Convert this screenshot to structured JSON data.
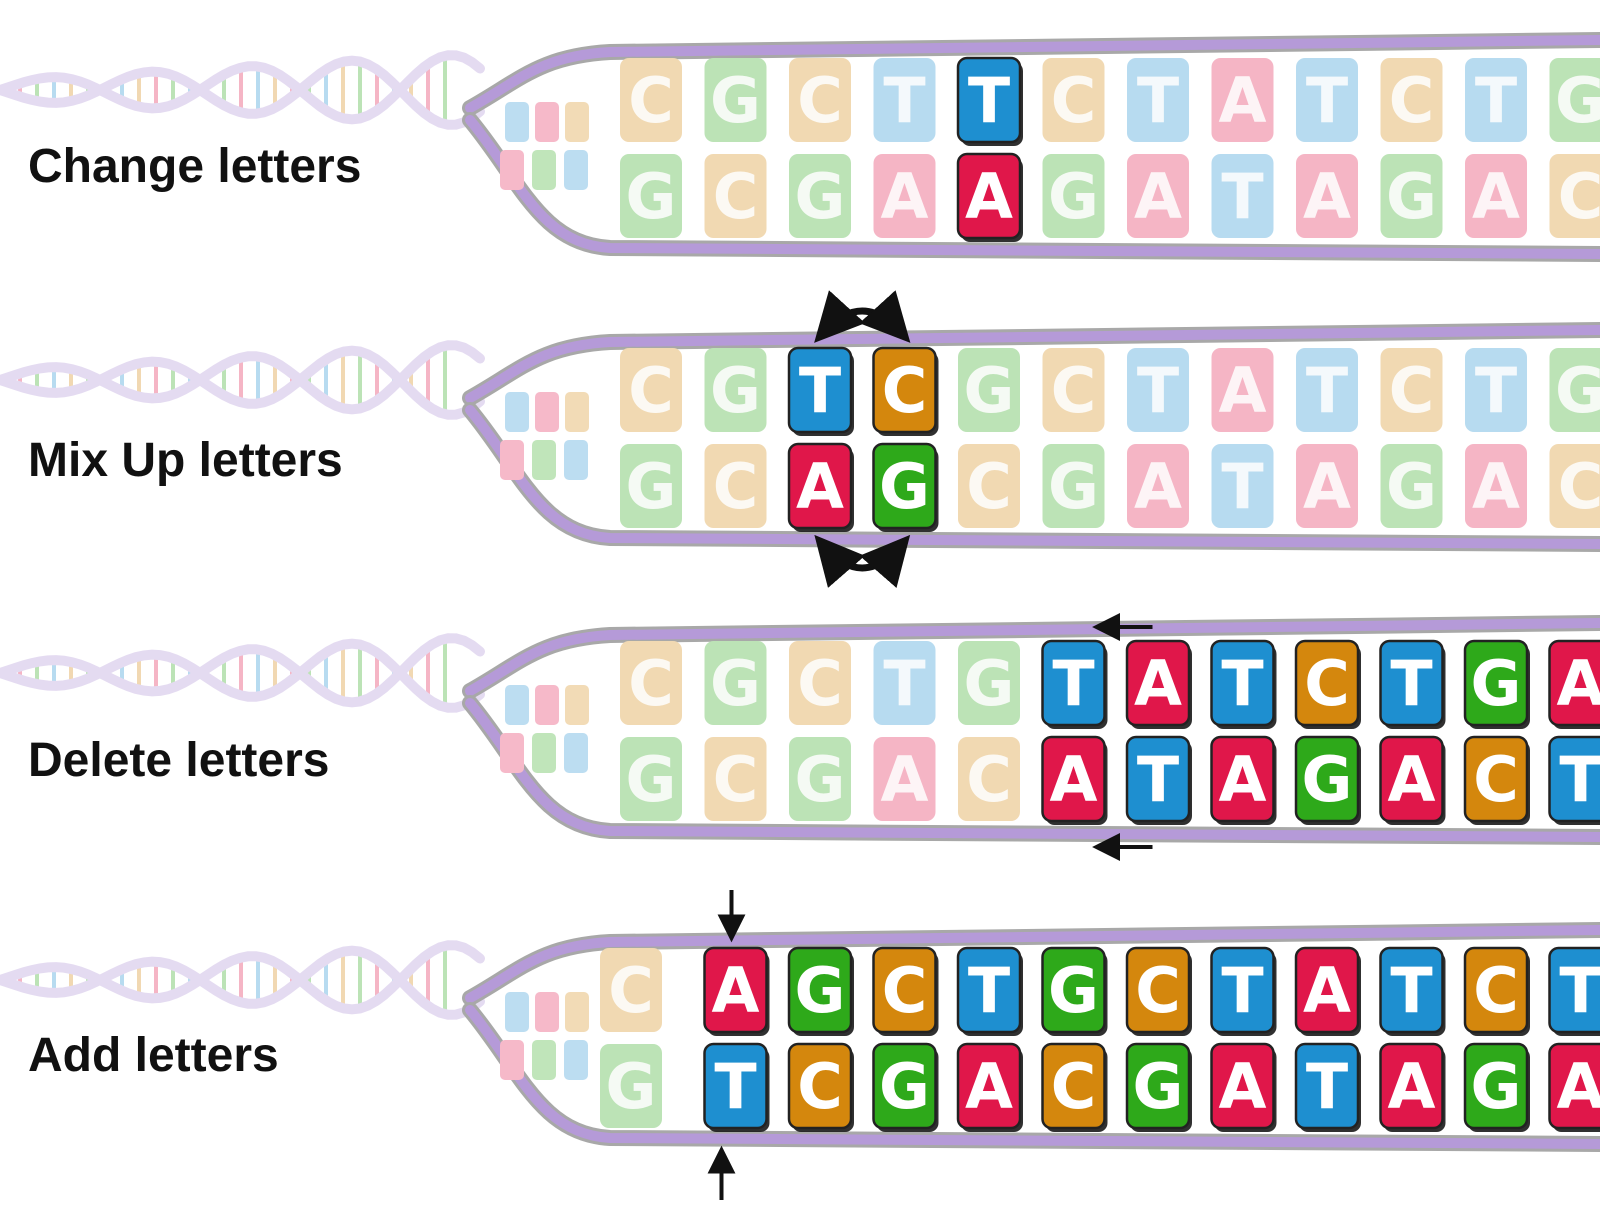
{
  "labels": [
    {
      "id": "change",
      "text": "Change letters"
    },
    {
      "id": "mixup",
      "text": "Mix Up letters"
    },
    {
      "id": "delete",
      "text": "Delete letters"
    },
    {
      "id": "add",
      "text": "Add letters"
    }
  ],
  "colors": {
    "A": "#e0174a",
    "T": "#1e8fd0",
    "C": "#d4870d",
    "G": "#2ea91a",
    "backbone": "#b59ad8",
    "backbone_outline": "#a8a8a8",
    "arrow": "#111111"
  },
  "strands": [
    {
      "id": "change",
      "top": [
        "C",
        "G",
        "C",
        "T",
        "T",
        "C",
        "T",
        "A",
        "T",
        "C",
        "T",
        "G"
      ],
      "bottom": [
        "G",
        "C",
        "G",
        "A",
        "A",
        "G",
        "A",
        "T",
        "A",
        "G",
        "A",
        "C"
      ],
      "highlight": [
        4
      ],
      "mark": "none"
    },
    {
      "id": "mixup",
      "top": [
        "C",
        "G",
        "T",
        "C",
        "G",
        "C",
        "T",
        "A",
        "T",
        "C",
        "T",
        "G"
      ],
      "bottom": [
        "G",
        "C",
        "A",
        "G",
        "C",
        "G",
        "A",
        "T",
        "A",
        "G",
        "A",
        "C"
      ],
      "highlight": [
        2,
        3
      ],
      "mark": "swap"
    },
    {
      "id": "delete",
      "top": [
        "C",
        "G",
        "C",
        "T",
        "G",
        "T",
        "A",
        "T",
        "C",
        "T",
        "G",
        "A"
      ],
      "bottom": [
        "G",
        "C",
        "G",
        "A",
        "C",
        "A",
        "T",
        "A",
        "G",
        "A",
        "C",
        "T"
      ],
      "highlight": [
        5,
        6,
        7,
        8,
        9,
        10,
        11
      ],
      "mark": "delete"
    },
    {
      "id": "add",
      "top": [
        "C",
        "A",
        "G",
        "C",
        "T",
        "G",
        "C",
        "T",
        "A",
        "T",
        "C",
        "T"
      ],
      "bottom": [
        "G",
        "T",
        "C",
        "G",
        "A",
        "C",
        "G",
        "A",
        "T",
        "A",
        "G",
        "A"
      ],
      "highlight": [
        1,
        2,
        3,
        4,
        5,
        6,
        7,
        8,
        9,
        10,
        11
      ],
      "mark": "insert"
    }
  ]
}
